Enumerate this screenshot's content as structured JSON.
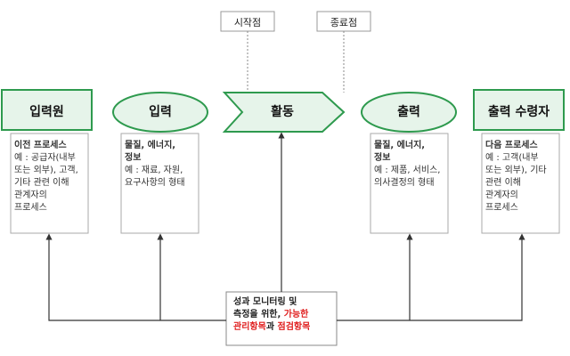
{
  "markers": {
    "start": "시작점",
    "end": "종료점"
  },
  "nodes": {
    "supplier": "입력원",
    "input": "입력",
    "activity": "활동",
    "output": "출력",
    "receiver": "출력 수령자"
  },
  "descriptions": {
    "supplier": {
      "title": "이전 프로세스",
      "body": [
        "예 : 공급자(내부",
        "또는 외부), 고객,",
        "기타 관련 이해",
        "관계자의",
        "프로세스"
      ]
    },
    "input": {
      "title_lines": [
        "물질, 에너지,",
        "정보"
      ],
      "body": [
        "예 : 재료, 자원,",
        "요구사항의 형태"
      ]
    },
    "output": {
      "title_lines": [
        "물질, 에너지,",
        "정보"
      ],
      "body": [
        "예 : 제품, 서비스,",
        "의사결정의 형태"
      ]
    },
    "receiver": {
      "title": "다음 프로세스",
      "body": [
        "예 : 고객(내부",
        "또는 외부), 기타",
        "관련 이해",
        "관계자의",
        "프로세스"
      ]
    }
  },
  "bottom_note": {
    "line1": "성과 모니터링 및",
    "line2_plain": "측정을 위한, ",
    "line2_red": "가능한",
    "line3_red1": "관리항목",
    "line3_plain": "과 ",
    "line3_red2": "점검항목"
  },
  "colors": {
    "node_fill": "#e6f4ea",
    "node_border": "#2e9a4e",
    "line": "#333333",
    "dashed": "#888888",
    "box_border": "#aaaaaa",
    "highlight": "#e02020"
  }
}
